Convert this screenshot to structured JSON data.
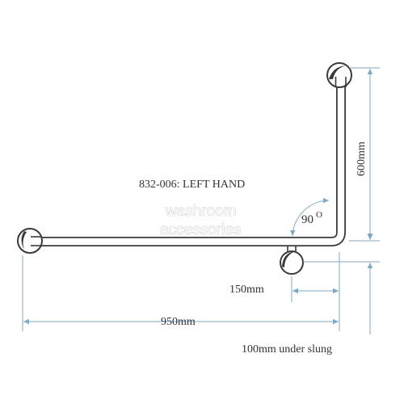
{
  "diagram": {
    "title": "832-006: LEFT HAND",
    "angle_value": "90",
    "angle_unit": "O",
    "dim_600": "600mm",
    "dim_150": "150mm",
    "dim_950": "950mm",
    "dim_100": "100mm under slung",
    "watermark_line1": "washroom",
    "watermark_line2": "accessories"
  },
  "colors": {
    "rail": "#3a3a3a",
    "dimension": "#7fa7c6",
    "text": "#333333"
  }
}
